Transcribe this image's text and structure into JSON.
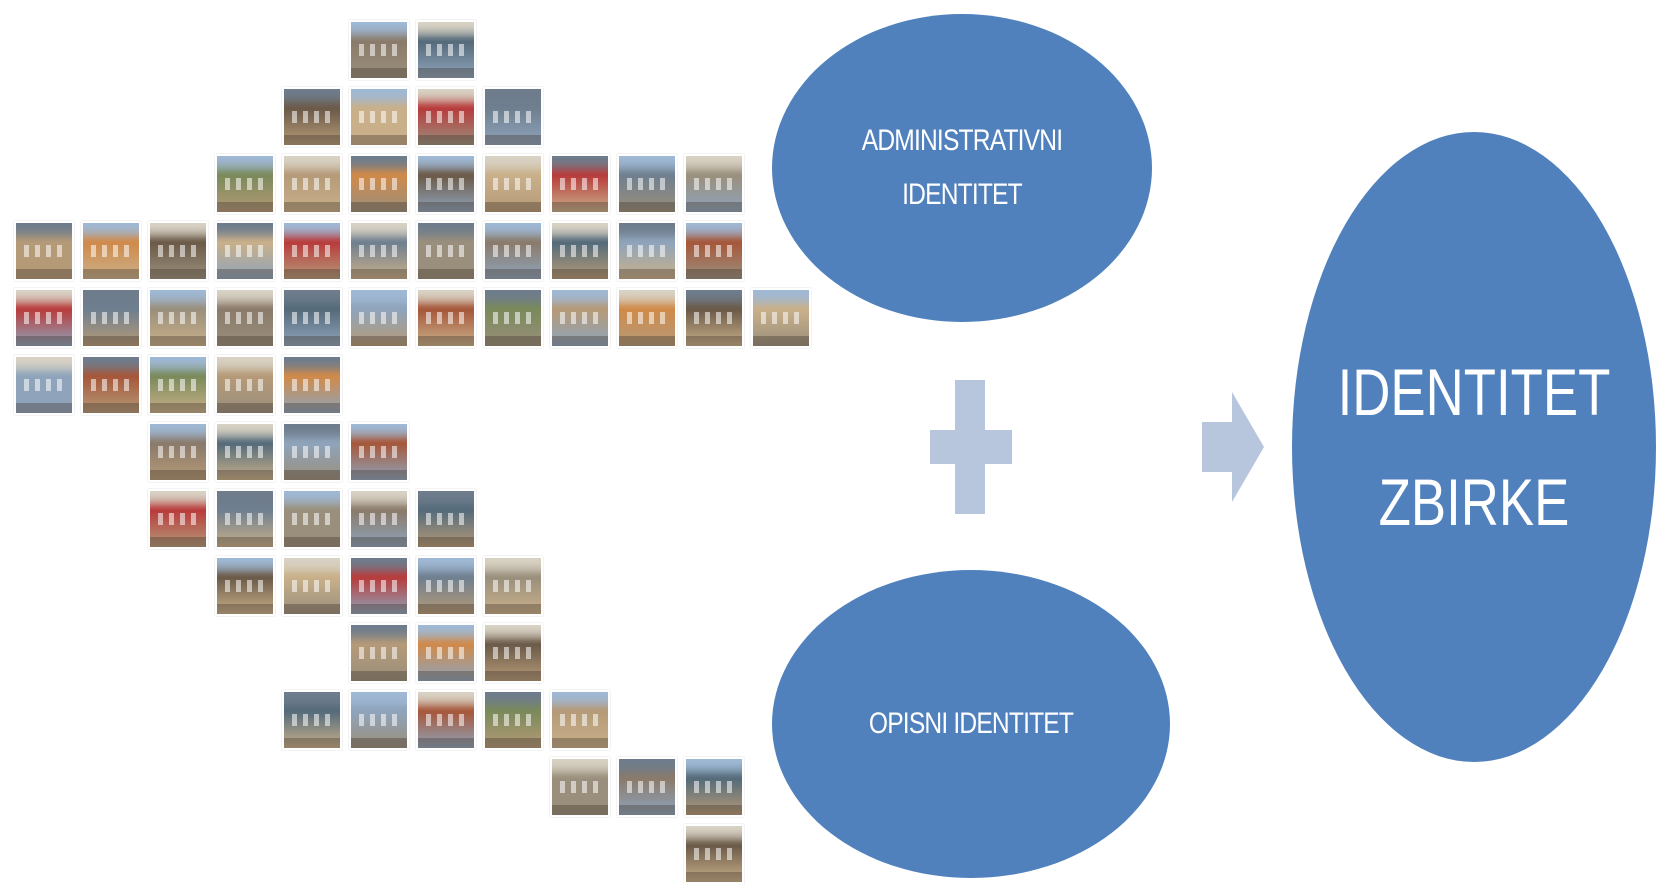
{
  "diagram": {
    "bubble_admin": {
      "line1": "ADMINISTRATIVNI",
      "line2": "IDENTITET"
    },
    "bubble_opisni": {
      "text": "OPISNI IDENTITET"
    },
    "bubble_result": {
      "line1": "IDENTITET",
      "line2": "ZBIRKE"
    },
    "operator_symbol": "plus",
    "flow_symbol": "right-arrow",
    "colors": {
      "bubble": "#5081bd",
      "bubble_text": "#ffffff",
      "operator": "#b7c5dd"
    }
  },
  "mosaic": {
    "description_icon": "photo-collage",
    "rows": [
      {
        "cols": [
          5,
          6
        ]
      },
      {
        "cols": [
          4,
          5,
          6,
          7
        ]
      },
      {
        "cols": [
          3,
          4,
          5,
          6,
          7,
          8,
          9,
          10
        ]
      },
      {
        "cols": [
          0,
          1,
          2,
          3,
          4,
          5,
          6,
          7,
          8,
          9,
          10
        ]
      },
      {
        "cols": [
          0,
          1,
          2,
          3,
          4,
          5,
          6,
          7,
          8,
          9,
          10,
          11
        ]
      },
      {
        "cols": [
          0,
          1,
          2,
          3,
          4
        ]
      },
      {
        "cols": [
          2,
          3,
          4,
          5
        ]
      },
      {
        "cols": [
          2,
          3,
          4,
          5,
          6
        ]
      },
      {
        "cols": [
          3,
          4,
          5,
          6,
          7
        ]
      },
      {
        "cols": [
          5,
          6,
          7
        ]
      },
      {
        "cols": [
          4,
          5,
          6,
          7,
          8
        ]
      },
      {
        "cols": [
          8,
          9,
          10
        ]
      },
      {
        "cols": [
          10
        ]
      }
    ],
    "palette": [
      "#8a7a6a",
      "#b59a78",
      "#6f7f8f",
      "#a6573a",
      "#c9b08a",
      "#556b7a",
      "#d08a4a",
      "#9a8f7c",
      "#7a8a5a",
      "#b83c3c",
      "#8fa4bb",
      "#6b5a48"
    ]
  }
}
